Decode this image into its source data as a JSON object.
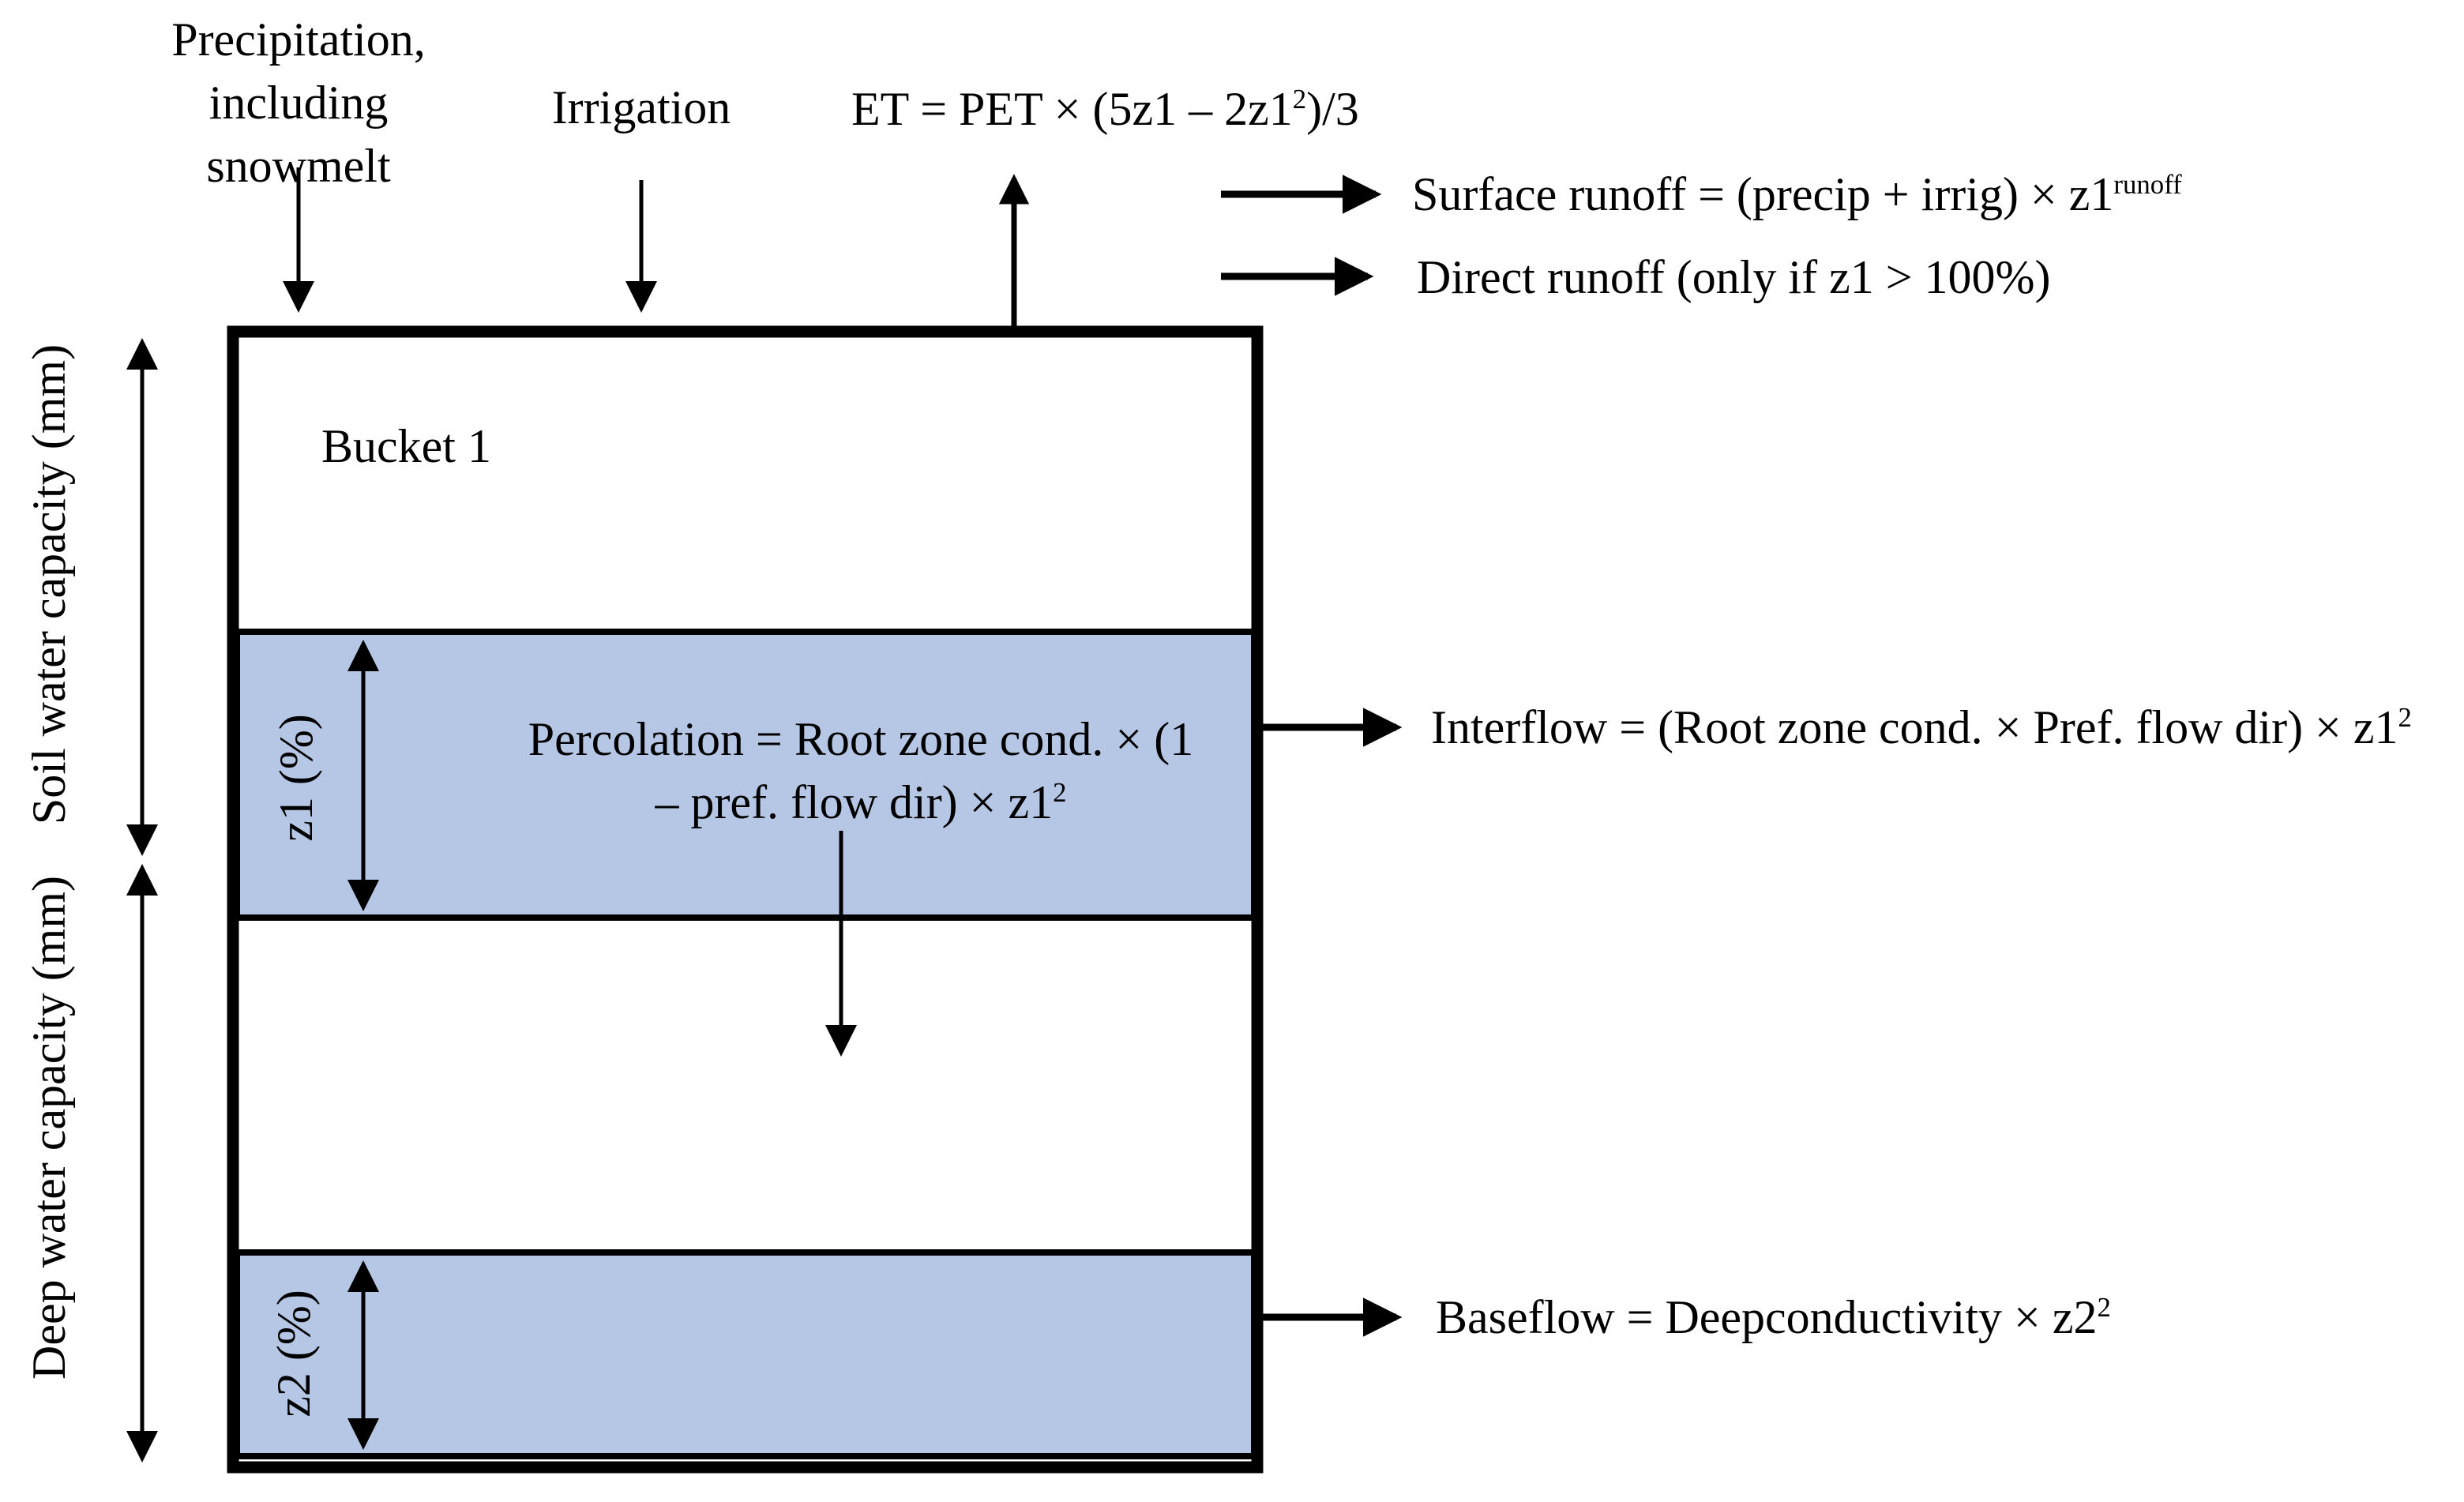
{
  "diagram": {
    "colors": {
      "band_fill": "#b5c7e4",
      "line": "#000000",
      "background": "#ffffff"
    },
    "bucket_label": "Bucket 1",
    "precipitation_lines": [
      "Precipitation,",
      "including",
      "snowmelt"
    ],
    "irrigation_label": "Irrigation",
    "et_formula": {
      "main": "ET = PET × (5z1 – 2z1",
      "sup": "2",
      "tail": ")/3"
    },
    "surface_runoff": {
      "main": "Surface runoff = (precip + irrig) × z1",
      "sup": "runoff"
    },
    "direct_runoff_label": "Direct runoff (only if z1 > 100%)",
    "percolation": {
      "line1": "Percolation = Root zone cond. × (1",
      "line2_main": "– pref. flow dir) × z1",
      "line2_sup": "2"
    },
    "interflow": {
      "main": "Interflow = (Root zone cond. ×  Pref. flow dir) × z1",
      "sup": "2"
    },
    "baseflow": {
      "main": "Baseflow = Deepconductivity × z2",
      "sup": "2"
    },
    "z1_band_label": "z1 (%)",
    "z2_band_label": "z2 (%)",
    "soil_capacity_label": "Soil water capacity (mm)",
    "deep_capacity_label": "Deep water capacity (mm)"
  }
}
